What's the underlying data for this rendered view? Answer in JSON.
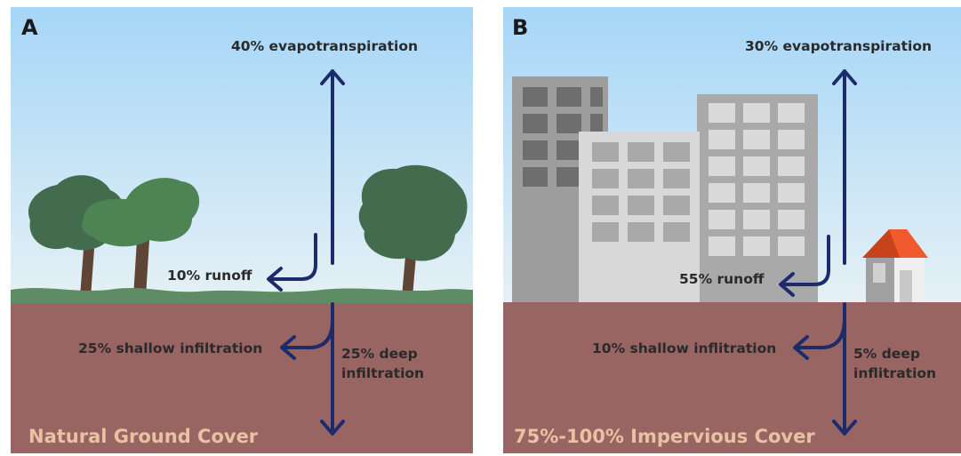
{
  "panels": [
    {
      "letter": "A",
      "evapotranspiration": "40% evapotranspiration",
      "runoff": "10% runoff",
      "shallow": "25% shallow infiltration",
      "deep_line1": "25% deep",
      "deep_line2": "infiltration",
      "cover": "Natural Ground Cover"
    },
    {
      "letter": "B",
      "evapotranspiration": "30% evapotranspiration",
      "runoff": "55% runoff",
      "shallow": "10% shallow inflitration",
      "deep_line1": "5% deep",
      "deep_line2": "inflitration",
      "cover": "75%-100% Impervious Cover"
    }
  ],
  "colors": {
    "sky_top": "#a6d6f7",
    "sky_bottom": "#e6f1f5",
    "soil": "#986563",
    "arrow": "#1c2b6b",
    "grass": "#5e8c64",
    "tree_dark": "#436c4e",
    "tree_light": "#4e8454",
    "trunk": "#5e4536",
    "roof": "#f05a2e",
    "cover_text": "#e8c2a2"
  }
}
